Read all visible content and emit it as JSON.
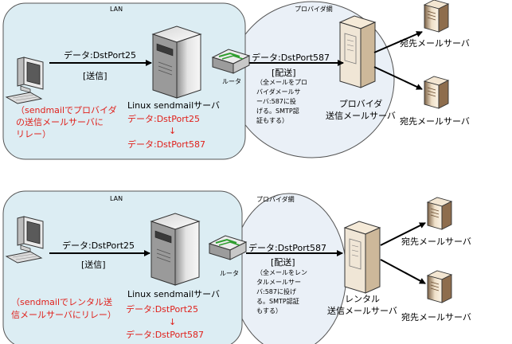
{
  "colors": {
    "lan_fill": "#dcedf3",
    "provider_fill": "#eaf0f7",
    "annotation_red": "#e0201b"
  },
  "top": {
    "lan_title": "LAN",
    "net_title": "プロバイダ網",
    "data_left": "データ:DstPort25",
    "send_label": "[送信]",
    "relay_note": "（sendmailでプロバイダ\nの送信メールサーバに\nリレー）",
    "server_label": "Linux  sendmailサーバ",
    "port25": "データ:DstPort25",
    "arrow": "↓",
    "port587": "データ:DstPort587",
    "router_label": "ルータ",
    "data_right": "データ:DstPort587",
    "deliver_label": "[配送]",
    "deliver_note": "（全メールをプロ\nバイダメールサ\nーバ:587に投\nげる。SMTP認\n証もする）",
    "provider_server": "プロバイダ\n送信メールサーバ",
    "dest1": "宛先メールサーバ",
    "dest2": "宛先メールサーバ"
  },
  "bottom": {
    "lan_title": "LAN",
    "net_title": "プロバイダ網",
    "data_left": "データ:DstPort25",
    "send_label": "[送信]",
    "relay_note": "（sendmailでレンタル送\n信メールサーバにリレー）",
    "server_label": "Linux  sendmailサーバ",
    "port25": "データ:DstPort25",
    "arrow": "↓",
    "port587": "データ:DstPort587",
    "router_label": "ルータ",
    "data_right": "データ:DstPort587",
    "deliver_label": "[配送]",
    "deliver_note": "（全メールをレン\nタルメールサー\nバ:587に投げ\nる。SMTP認証\nもする）",
    "rental_server": "レンタル\n送信メールサーバ",
    "dest1": "宛先メールサーバ",
    "dest2": "宛先メールサーバ"
  }
}
